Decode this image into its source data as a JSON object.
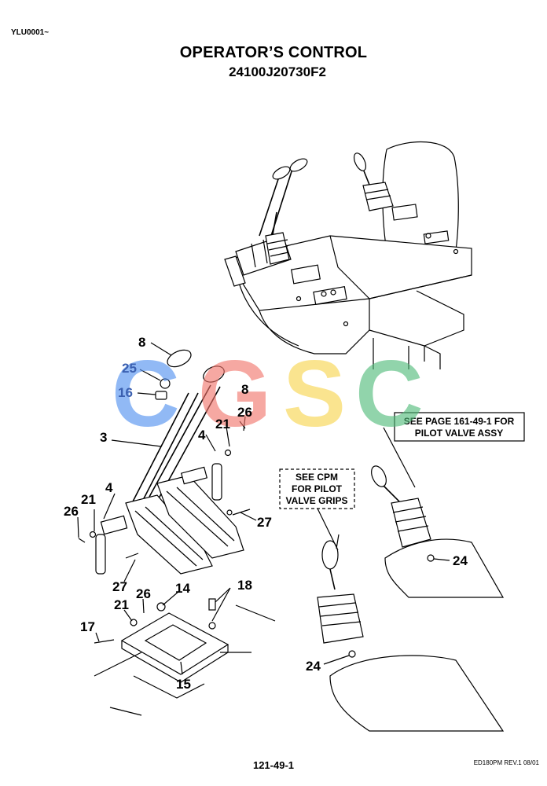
{
  "header": {
    "code": "YLU0001~",
    "title": "OPERATOR’S CONTROL",
    "part_number": "24100J20730F2"
  },
  "notes": {
    "pilot_valve_line1": "SEE PAGE 161-49-1 FOR",
    "pilot_valve_line2": "PILOT VALVE ASSY",
    "cpm_line1": "SEE CPM",
    "cpm_line2": "FOR PILOT",
    "cpm_line3": "VALVE GRIPS"
  },
  "callouts": {
    "c8a": "8",
    "c25": "25",
    "c16": "16",
    "c8b": "8",
    "c26a": "26",
    "c21a": "21",
    "c3": "3",
    "c4a": "4",
    "c4b": "4",
    "c21b": "21",
    "c26b": "26",
    "c27a": "27",
    "c27b": "27",
    "c14": "14",
    "c18": "18",
    "c26c": "26",
    "c21c": "21",
    "c17": "17",
    "c15": "15",
    "c24a": "24",
    "c24b": "24"
  },
  "watermark": {
    "letters": [
      "C",
      "G",
      "S",
      "C"
    ],
    "colors": [
      "#4f8ff0",
      "#f2736a",
      "#f7d44c",
      "#4fbb78"
    ]
  },
  "footer": {
    "page": "121-49-1",
    "revision": "ED180PM REV.1 08/01"
  }
}
